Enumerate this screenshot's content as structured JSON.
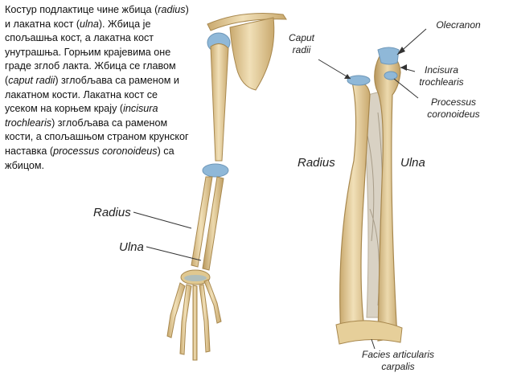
{
  "description": [
    {
      "t": "Костур подлактице чине жбица ("
    },
    {
      "t": "radius",
      "i": true
    },
    {
      "t": ") и лакатна кост ("
    },
    {
      "t": "ulna",
      "i": true
    },
    {
      "t": "). Жбица је спољашња кост, а лакатна кост унутрашња. Горњим крајевима оне граде зглоб лакта. Жбица се главом ("
    },
    {
      "t": "caput radii",
      "i": true
    },
    {
      "t": ") зглобљава са раменом и лакатном кости. Лакатна кост се усеком на корњем крају ("
    },
    {
      "t": "incisura trochlearis",
      "i": true
    },
    {
      "t": ") зглобљава са раменом кости, а спољашњом страном крунског наставка ("
    },
    {
      "t": "processus coronoideus",
      "i": true
    },
    {
      "t": ") са жбицом."
    }
  ],
  "labels": {
    "radius_arm": "Radius",
    "ulna_arm": "Ulna",
    "caput_radii_1": "Caput",
    "caput_radii_2": "radii",
    "olecranon": "Olecranon",
    "incisura_1": "Incisura",
    "incisura_2": "trochlearis",
    "processus_1": "Processus",
    "processus_2": "coronoideus",
    "radius_forearm": "Radius",
    "ulna_forearm": "Ulna",
    "facies_1": "Facies articularis",
    "facies_2": "carpalis"
  },
  "colors": {
    "bone": "#e8d3a6",
    "bone_dark": "#c9a96e",
    "cartilage": "#8fb8d8",
    "membrane": "#d9d2c4",
    "leader": "#333333"
  }
}
